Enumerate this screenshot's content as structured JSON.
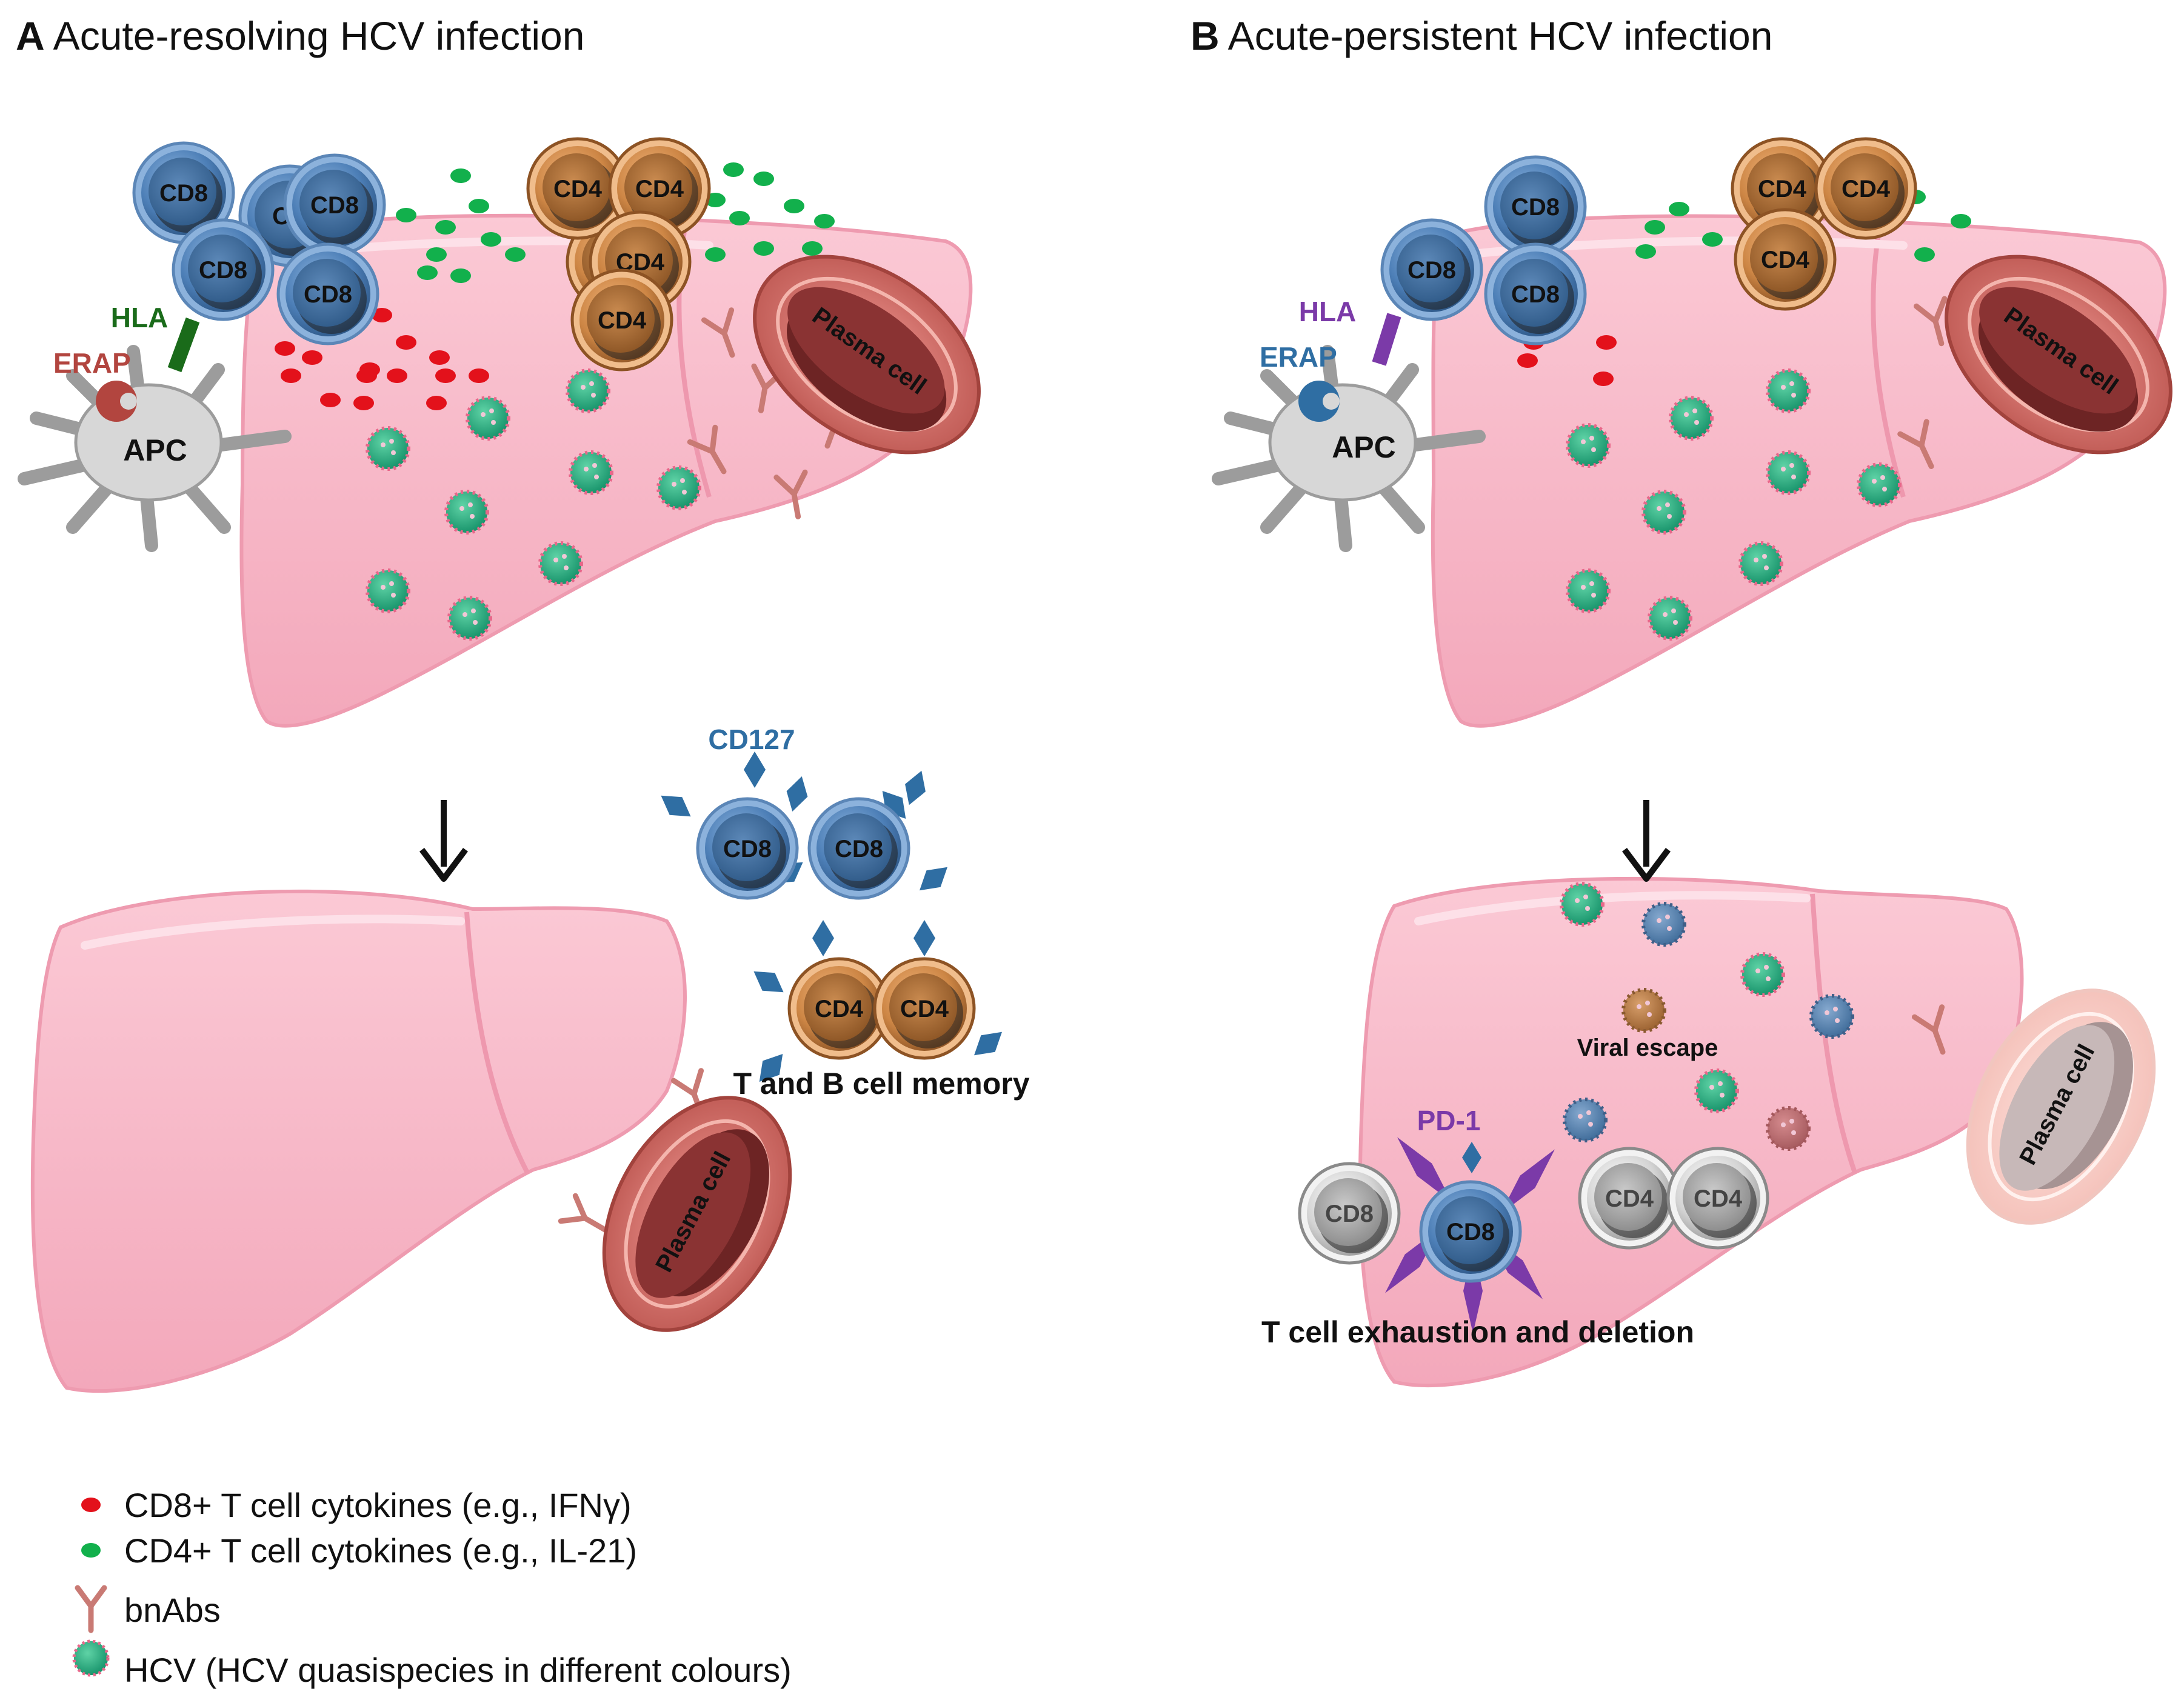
{
  "panels": [
    {
      "letter": "A",
      "title": "Acute-resolving HCV infection"
    },
    {
      "letter": "B",
      "title": "Acute-persistent HCV infection"
    }
  ],
  "labels": {
    "cd8": "CD8",
    "cd8_partial": "CD",
    "cd4": "CD4",
    "cd4_partial": "CD",
    "hla": "HLA",
    "erap": "ERAP",
    "apc": "APC",
    "plasma_cell": "Plasma cell",
    "cd127": "CD127",
    "pd1": "PD-1",
    "memory_caption": "T and B cell memory",
    "viral_escape": "Viral escape",
    "exhaustion_caption": "T cell exhaustion and deletion"
  },
  "legend": [
    {
      "key": "cd8-cytokines",
      "text": "CD8+ T cell cytokines (e.g., IFNγ)"
    },
    {
      "key": "cd4-cytokines",
      "text": "CD4+ T cell cytokines (e.g., IL-21)"
    },
    {
      "key": "bnabs",
      "text": "bnAbs"
    },
    {
      "key": "hcv",
      "text": "HCV (HCV quasispecies in different colours)"
    }
  ],
  "colors": {
    "liver": "#f7b6c7",
    "cd8": "#3d6c9e",
    "cd4": "#c47a3c",
    "cd8_cytokine": "#e3111b",
    "cd4_cytokine": "#12b04c",
    "hcv": "#1fa87a",
    "hla_a": "#1a6b1a",
    "hla_b": "#7b3aa8",
    "erap_a": "#b2453f",
    "erap_b": "#2f6ea3",
    "pd1": "#7b3aa8"
  }
}
